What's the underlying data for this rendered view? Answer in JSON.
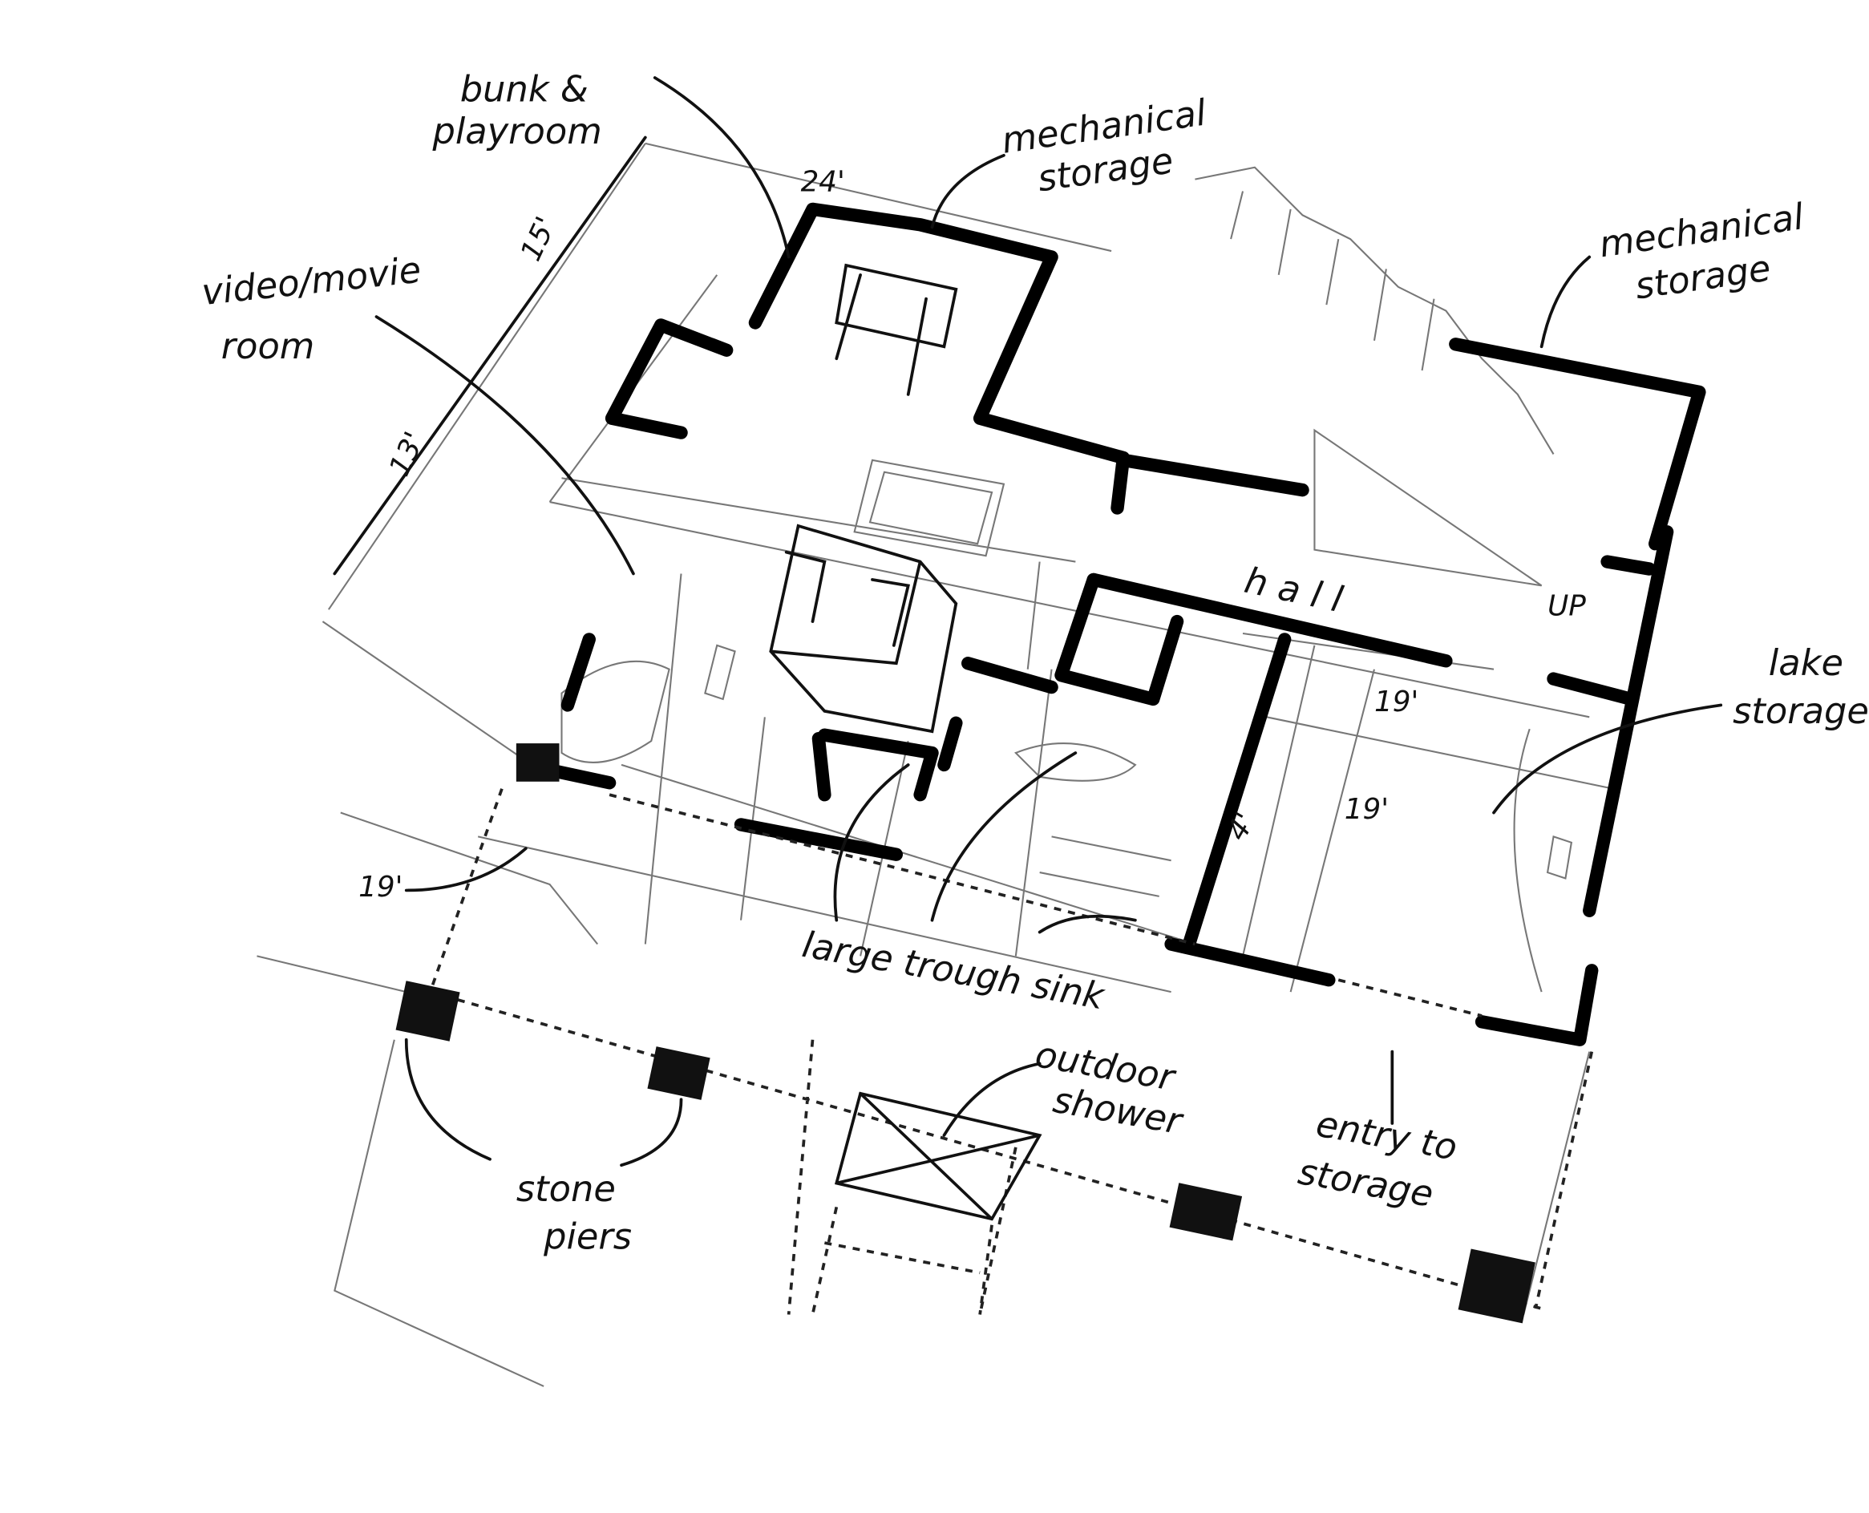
{
  "labels": {
    "bunk_playroom": [
      "bunk &",
      "playroom"
    ],
    "mechanical_storage_top": [
      "mechanical",
      "storage"
    ],
    "mechanical_storage_right": [
      "mechanical",
      "storage"
    ],
    "video_movie_room": [
      "video/movie",
      "room"
    ],
    "lake_storage": [
      "lake",
      "storage"
    ],
    "large_trough_sink": "large trough sink",
    "outdoor_shower": [
      "outdoor",
      "shower"
    ],
    "entry_to_storage": [
      "entry to",
      "storage"
    ],
    "stone_piers": [
      "stone",
      "piers"
    ],
    "hall": "h a l l",
    "up": "UP"
  },
  "dimensions": {
    "top_width": "24'",
    "left_upper": "15'",
    "left_lower": "13'",
    "porch_left": "19'",
    "storage_width": "19'",
    "storage_depth": "19'",
    "storage_small": "4'"
  },
  "colors": {
    "ink": "#000000",
    "pencil": "#777777",
    "paper": "#ffffff"
  }
}
